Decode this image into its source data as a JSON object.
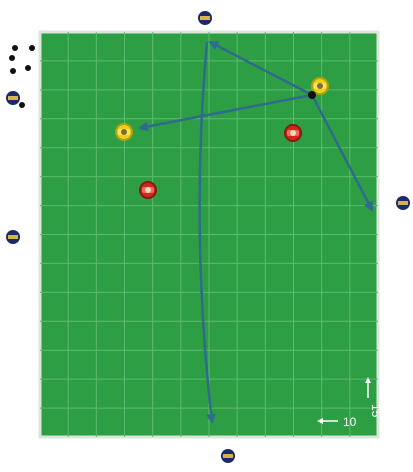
{
  "field": {
    "grass_color": "#2e9e45",
    "grid_color": "#5cba6e",
    "border_color": "#d9e6d9",
    "grid_columns": 12,
    "grid_rows": 14
  },
  "scale": {
    "width_label": "10",
    "length_label": "15",
    "text_color": "#ffffff"
  },
  "colors": {
    "arrow": "#2f6b8c",
    "team_yellow": "#e8d21a",
    "team_yellow_outline": "#b0a010",
    "team_red": "#cc2a1e",
    "team_red_outline": "#8a1a12",
    "team_navy": "#1c2a6b",
    "team_navy_accent": "#d9b24a",
    "ball": "#111111"
  },
  "icons": {
    "player_yellow": "player-yellow-icon",
    "player_red": "player-red-icon",
    "player_navy": "player-navy-icon",
    "ball": "ball-icon",
    "cone": "cone-icon"
  }
}
